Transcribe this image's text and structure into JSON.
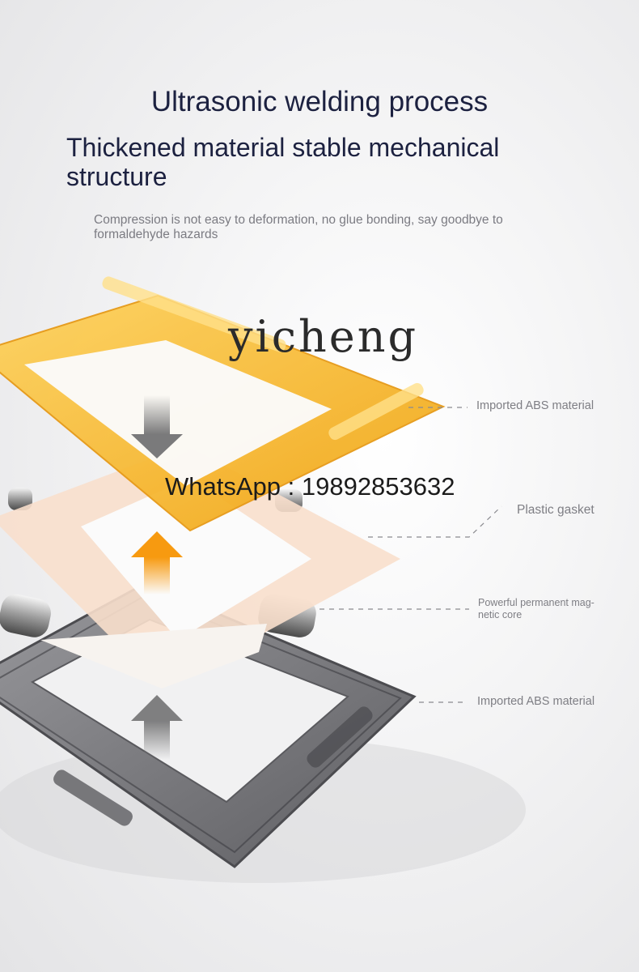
{
  "header": {
    "title": "Ultrasonic welding process",
    "subtitle": "Thickened material stable mechanical structure",
    "description": "Compression is not easy to deformation, no glue bonding, say goodbye to formaldehyde hazards"
  },
  "watermark": {
    "brand": "yicheng",
    "contact": "WhatsApp : 19892853632"
  },
  "labels": {
    "top_layer": "Imported ABS material",
    "gasket": "Plastic gasket",
    "magnet": "Powerful permanent mag-\nnetic core",
    "bottom_layer": "Imported ABS material"
  },
  "colors": {
    "top_frame": "#f5b21c",
    "bottom_frame": "#6d6d70",
    "gasket": "#f6dccb",
    "arrow_up": "#f7a01a",
    "arrow_down": "#8c8c8c"
  },
  "icons": [
    "arrow-down-icon",
    "arrow-up-icon",
    "arrow-up-icon"
  ]
}
